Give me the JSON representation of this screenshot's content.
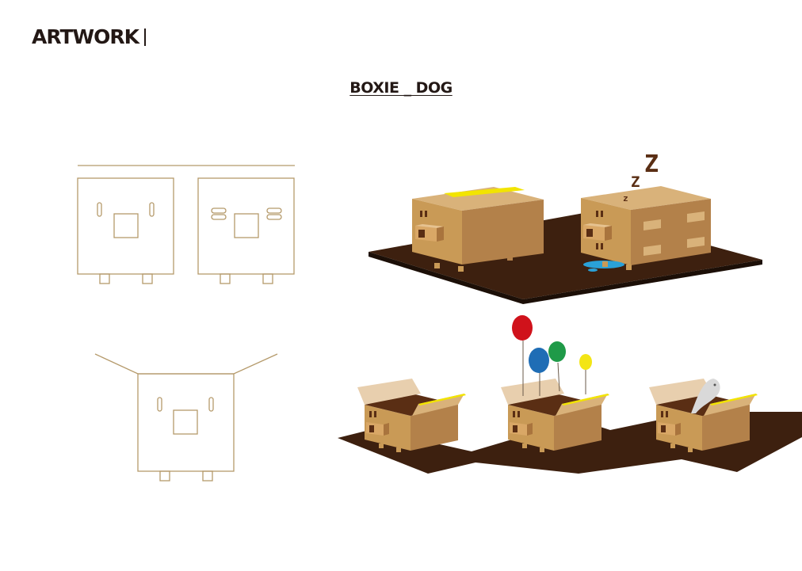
{
  "header": {
    "title": "ARTWORK"
  },
  "artwork": {
    "title": "BOXIE _ DOG"
  },
  "illustrations": {
    "sleeping_scene": {
      "sleep_letters": [
        "z",
        "Z",
        "Z"
      ]
    }
  },
  "colors": {
    "outline": "#b59a6b",
    "cardboard_front": "#c99a56",
    "cardboard_side": "#b3814a",
    "cardboard_top": "#d9b27a",
    "cardboard_inside": "#5a2e14",
    "floor": "#3d200f",
    "floor_edge": "#1c0f07",
    "tape": "#f2e400",
    "puddle": "#2aa1d8",
    "balloon_red": "#d0121b",
    "balloon_blue": "#1f6db5",
    "balloon_green": "#1f9a48",
    "balloon_yellow": "#f3e515",
    "text": "#231815"
  }
}
